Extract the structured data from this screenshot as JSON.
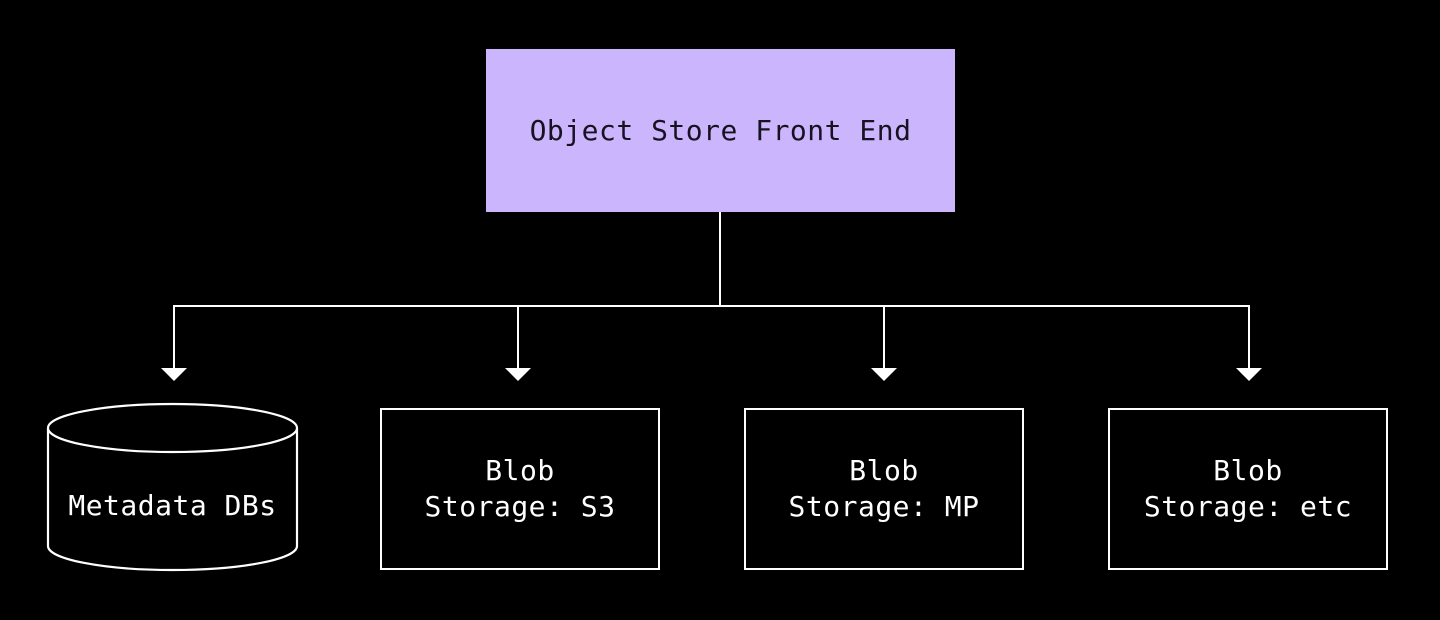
{
  "colors": {
    "background": "#000000",
    "front_end_fill": "#cbb5fc",
    "front_end_text": "#171220",
    "connector_stroke": "#ffffff",
    "node_border": "#ffffff",
    "node_text": "#ffffff"
  },
  "diagram": {
    "type": "flowchart-top-down",
    "root": {
      "label": "Object Store Front End"
    },
    "nodes": [
      {
        "shape": "cylinder",
        "label": "Metadata DBs"
      },
      {
        "shape": "rect",
        "line1": "Blob",
        "line2": "Storage: S3"
      },
      {
        "shape": "rect",
        "line1": "Blob",
        "line2": "Storage: MP"
      },
      {
        "shape": "rect",
        "line1": "Blob",
        "line2": "Storage: etc"
      }
    ],
    "edges": [
      {
        "from": "Object Store Front End",
        "to": "Metadata DBs",
        "arrow": true
      },
      {
        "from": "Object Store Front End",
        "to": "Blob Storage: S3",
        "arrow": true
      },
      {
        "from": "Object Store Front End",
        "to": "Blob Storage: MP",
        "arrow": true
      },
      {
        "from": "Object Store Front End",
        "to": "Blob Storage: etc",
        "arrow": true
      }
    ]
  }
}
